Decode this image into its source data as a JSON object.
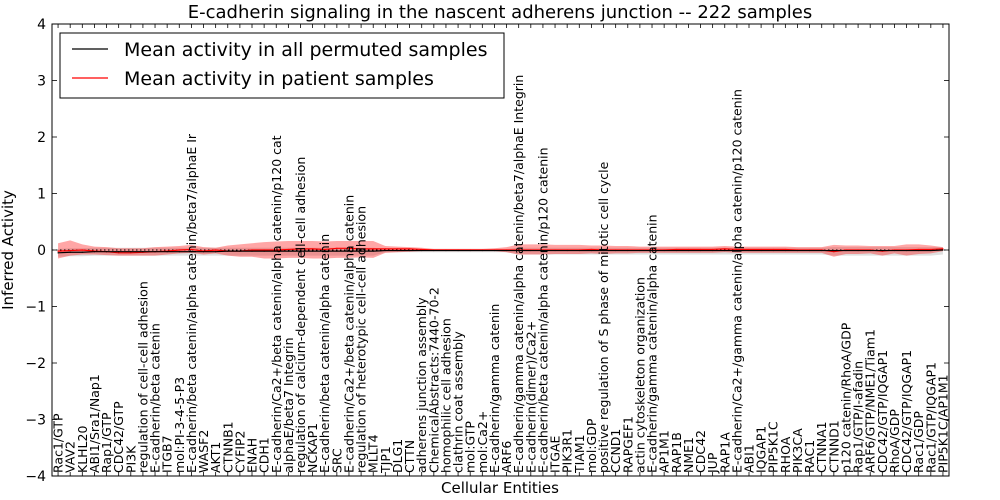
{
  "chart_data": {
    "type": "line",
    "title": "E-cadherin signaling in the nascent adherens junction -- 222 samples",
    "xlabel": "Cellular Entities",
    "ylabel": "Inferred Activity",
    "ylim": [
      -4,
      4
    ],
    "yticks": [
      -4,
      -3,
      -2,
      -1,
      0,
      1,
      2,
      3,
      4
    ],
    "legend": {
      "placement": "top-left"
    },
    "grid": false,
    "categories": [
      "Rac1/GTP",
      "VAV2",
      "KLHL20",
      "ABI1/Sra1/Nap1",
      "Rap1/GTP",
      "CDC42/GTP",
      "PI3K",
      "regulation of cell-cell adhesion",
      "E-cadherin/beta catenin",
      "ITGB7",
      "mol:PI-3-4-5-P3",
      "E-cadherin/beta catenin/alpha catenin/beta7/alphaE Ir",
      "WASF2",
      "AKT1",
      "CTNNB1",
      "CYFIP2",
      "ENAH",
      "CDH1",
      "E-cadherin/Ca2+/beta catenin/alpha catenin/p120 cat",
      "alphaE/beta7 Integrin",
      "regulation of calcium-dependent cell-cell adhesion",
      "NCKAP1",
      "E-cadherin/beta catenin/alpha catenin",
      "SRC",
      "E-cadherin/Ca2+/beta catenin/alpha catenin",
      "regulation of heterotypic cell-cell adhesion",
      "MLLT4",
      "TJP1",
      "DLG1",
      "CTTN",
      "adherens junction assembly",
      "ChemicalAbstracts:7440-70-2",
      "homophilic cell adhesion",
      "clathrin coat assembly",
      "mol:GTP",
      "mol:Ca2+",
      "E-cadherin/gamma catenin",
      "ARF6",
      "E-cadherin/gamma catenin/alpha catenin/beta7/alphaE Integrin",
      "E-cadherin(dimer)/Ca2+",
      "E-cadherin/beta catenin/alpha catenin/p120 catenin",
      "ITGAE",
      "PIK3R1",
      "TIAM1",
      "mol:GDP",
      "positive regulation of S phase of mitotic cell cycle",
      "CCND1",
      "RAPGEF1",
      "actin cytoskeleton organization",
      "E-cadherin/gamma catenin/alpha catenin",
      "AP1M1",
      "RAP1B",
      "NME1",
      "CDC42",
      "JUP",
      "RAP1A",
      "E-cadherin/Ca2+/gamma catenin/alpha catenin/p120 catenin",
      "ABI1",
      "IQGAP1",
      "PIP5K1C",
      "RHOA",
      "PIK3CA",
      "RAC1",
      "CTNNA1",
      "CTNND1",
      "p120 catenin/RhoA/GDP",
      "Rap1/GTP/I-afadin",
      "ARF6/GTP/NME1/Tiam1",
      "CDC42/GTP/IQGAP1",
      "RhoA/GDP",
      "CDC42/GTP/IQGAP1",
      "Rac1/GDP",
      "Rac1/GTP/IQGAP1",
      "PIP5K1C/AP1M1"
    ],
    "series": [
      {
        "name": "Mean activity in all permuted samples",
        "color": "#000000",
        "values": [
          -0.05,
          -0.04,
          -0.04,
          -0.03,
          -0.03,
          -0.03,
          -0.03,
          -0.03,
          -0.03,
          -0.03,
          -0.03,
          -0.03,
          -0.03,
          -0.03,
          -0.02,
          -0.02,
          -0.02,
          -0.02,
          -0.02,
          -0.02,
          -0.02,
          -0.02,
          -0.02,
          -0.02,
          -0.02,
          -0.02,
          -0.02,
          -0.01,
          -0.01,
          -0.01,
          -0.01,
          -0.01,
          -0.01,
          -0.01,
          -0.01,
          -0.01,
          -0.01,
          -0.01,
          -0.01,
          -0.01,
          -0.01,
          -0.01,
          -0.01,
          -0.01,
          -0.01,
          -0.01,
          -0.01,
          -0.01,
          -0.01,
          -0.01,
          -0.01,
          -0.01,
          -0.01,
          -0.01,
          -0.01,
          -0.01,
          -0.01,
          -0.01,
          -0.01,
          -0.01,
          -0.01,
          -0.01,
          -0.01,
          -0.01,
          -0.01,
          -0.01,
          -0.01,
          -0.01,
          -0.01,
          -0.01,
          -0.01,
          -0.01,
          -0.01,
          0.0
        ],
        "lower": [
          -0.12,
          -0.11,
          -0.11,
          -0.1,
          -0.1,
          -0.1,
          -0.1,
          -0.1,
          -0.1,
          -0.1,
          -0.1,
          -0.1,
          -0.1,
          -0.1,
          -0.1,
          -0.1,
          -0.1,
          -0.1,
          -0.1,
          -0.1,
          -0.1,
          -0.1,
          -0.1,
          -0.1,
          -0.1,
          -0.1,
          -0.1,
          -0.04,
          -0.04,
          -0.04,
          -0.04,
          -0.04,
          -0.04,
          -0.04,
          -0.04,
          -0.04,
          -0.04,
          -0.04,
          -0.08,
          -0.08,
          -0.08,
          -0.08,
          -0.08,
          -0.08,
          -0.08,
          -0.08,
          -0.08,
          -0.08,
          -0.08,
          -0.08,
          -0.08,
          -0.08,
          -0.08,
          -0.08,
          -0.08,
          -0.08,
          -0.08,
          -0.08,
          -0.08,
          -0.08,
          -0.08,
          -0.08,
          -0.08,
          -0.08,
          -0.1,
          -0.1,
          -0.1,
          -0.1,
          -0.1,
          -0.1,
          -0.1,
          -0.1,
          -0.1,
          -0.08
        ],
        "upper": [
          0.02,
          0.03,
          0.03,
          0.04,
          0.04,
          0.04,
          0.04,
          0.04,
          0.04,
          0.04,
          0.04,
          0.04,
          0.04,
          0.04,
          0.04,
          0.04,
          0.04,
          0.04,
          0.04,
          0.04,
          0.04,
          0.04,
          0.04,
          0.04,
          0.04,
          0.04,
          0.04,
          0.02,
          0.02,
          0.02,
          0.02,
          0.02,
          0.02,
          0.02,
          0.02,
          0.02,
          0.02,
          0.02,
          0.04,
          0.04,
          0.04,
          0.04,
          0.04,
          0.04,
          0.04,
          0.04,
          0.04,
          0.04,
          0.04,
          0.04,
          0.04,
          0.04,
          0.04,
          0.04,
          0.04,
          0.04,
          0.04,
          0.04,
          0.04,
          0.04,
          0.04,
          0.04,
          0.04,
          0.04,
          0.05,
          0.05,
          0.05,
          0.05,
          0.05,
          0.05,
          0.05,
          0.05,
          0.05,
          0.05
        ]
      },
      {
        "name": "Mean activity in patient samples",
        "color": "#ff0000",
        "values": [
          -0.02,
          -0.01,
          0.0,
          -0.02,
          -0.03,
          -0.05,
          -0.05,
          -0.04,
          -0.03,
          -0.02,
          0.0,
          0.01,
          -0.02,
          0.0,
          -0.02,
          -0.02,
          0.0,
          0.0,
          0.0,
          0.01,
          0.02,
          0.02,
          0.01,
          0.03,
          0.03,
          0.02,
          0.02,
          0.02,
          0.02,
          0.02,
          0.01,
          0.0,
          0.0,
          0.0,
          0.0,
          0.0,
          0.0,
          0.0,
          0.0,
          0.0,
          0.0,
          0.0,
          0.0,
          0.0,
          0.01,
          0.0,
          0.0,
          0.0,
          0.0,
          0.0,
          0.0,
          0.01,
          0.01,
          0.01,
          0.01,
          0.02,
          0.01,
          0.01,
          0.01,
          0.01,
          0.01,
          0.0,
          0.0,
          0.0,
          -0.03,
          0.0,
          0.0,
          0.0,
          -0.02,
          0.0,
          0.0,
          0.01,
          0.01,
          0.02
        ],
        "lower": [
          -0.15,
          -0.1,
          -0.08,
          -0.08,
          -0.09,
          -0.1,
          -0.1,
          -0.1,
          -0.1,
          -0.08,
          -0.06,
          -0.05,
          -0.08,
          -0.06,
          -0.1,
          -0.12,
          -0.12,
          -0.15,
          -0.15,
          -0.14,
          -0.14,
          -0.15,
          -0.15,
          -0.14,
          -0.14,
          -0.13,
          -0.14,
          -0.05,
          -0.04,
          -0.03,
          -0.02,
          -0.02,
          -0.02,
          -0.02,
          -0.02,
          -0.02,
          -0.02,
          -0.04,
          -0.08,
          -0.08,
          -0.08,
          -0.07,
          -0.07,
          -0.07,
          -0.06,
          -0.07,
          -0.06,
          -0.06,
          -0.05,
          -0.05,
          -0.05,
          -0.05,
          -0.05,
          -0.05,
          -0.05,
          -0.04,
          -0.05,
          -0.05,
          -0.05,
          -0.05,
          -0.05,
          -0.05,
          -0.05,
          -0.05,
          -0.12,
          -0.07,
          -0.07,
          -0.06,
          -0.1,
          -0.06,
          -0.1,
          -0.07,
          -0.06,
          -0.02
        ],
        "upper": [
          0.12,
          0.17,
          0.1,
          0.06,
          0.05,
          0.03,
          0.03,
          0.03,
          0.05,
          0.06,
          0.07,
          0.09,
          0.05,
          0.04,
          0.08,
          0.1,
          0.12,
          0.14,
          0.15,
          0.16,
          0.16,
          0.16,
          0.15,
          0.16,
          0.16,
          0.16,
          0.16,
          0.07,
          0.06,
          0.05,
          0.04,
          0.02,
          0.02,
          0.02,
          0.02,
          0.02,
          0.03,
          0.05,
          0.1,
          0.1,
          0.1,
          0.09,
          0.09,
          0.09,
          0.08,
          0.08,
          0.07,
          0.07,
          0.06,
          0.06,
          0.06,
          0.06,
          0.06,
          0.06,
          0.06,
          0.07,
          0.06,
          0.06,
          0.06,
          0.06,
          0.06,
          0.05,
          0.05,
          0.05,
          0.09,
          0.08,
          0.08,
          0.07,
          0.07,
          0.07,
          0.1,
          0.1,
          0.08,
          0.05
        ]
      }
    ]
  }
}
